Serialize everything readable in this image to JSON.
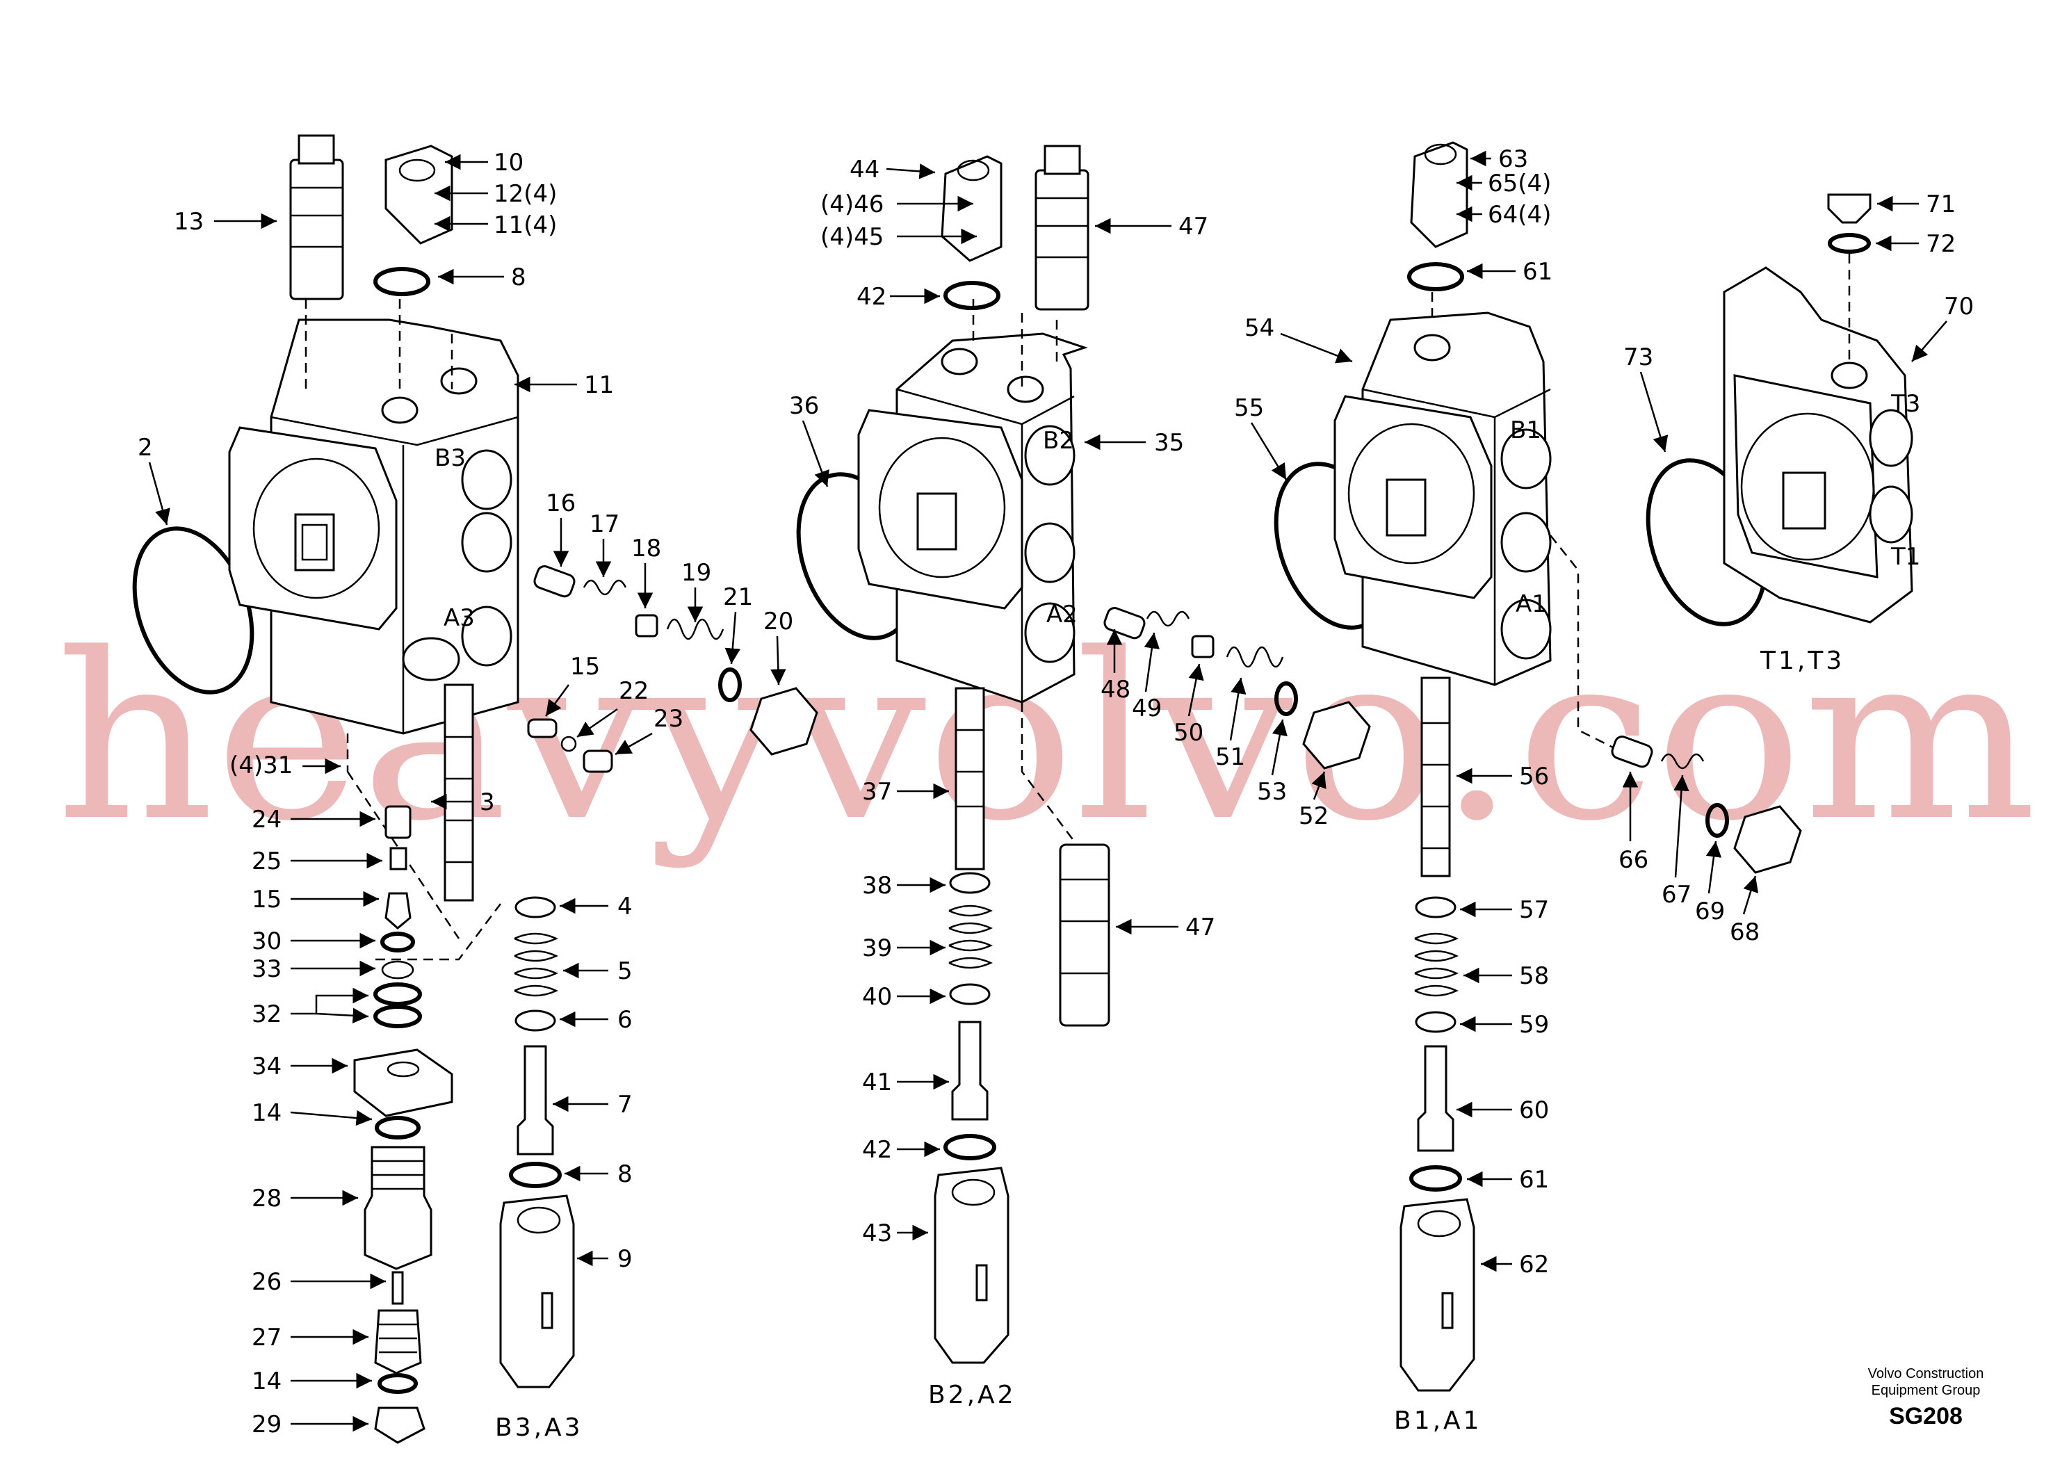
{
  "watermark": "heavyvolvo.com",
  "footer": {
    "company_line1": "Volvo Construction",
    "company_line2": "Equipment Group",
    "code": "SG208"
  },
  "sections": {
    "b3a3": "B3,A3",
    "b2a2": "B2,A2",
    "b1a1": "B1,A1",
    "t1t3": "T1,T3"
  },
  "port_labels": {
    "B3": "B3",
    "A3": "A3",
    "B2": "B2",
    "A2": "A2",
    "B1": "B1",
    "A1": "A1",
    "T3": "T3",
    "T1": "T1"
  },
  "callouts": {
    "c2": "2",
    "c3": "3",
    "c4": "4",
    "c5": "5",
    "c6": "6",
    "c7": "7",
    "c8a": "8",
    "c8b": "8",
    "c9": "9",
    "c10": "10",
    "c11a": "11",
    "c11b": "11(4)",
    "c12": "12(4)",
    "c13": "13",
    "c14a": "14",
    "c14b": "14",
    "c15a": "15",
    "c15b": "15",
    "c16": "16",
    "c17": "17",
    "c18": "18",
    "c19": "19",
    "c20": "20",
    "c21": "21",
    "c22": "22",
    "c23": "23",
    "c24": "24",
    "c25": "25",
    "c26": "26",
    "c27": "27",
    "c28": "28",
    "c29": "29",
    "c30": "30",
    "c31": "(4)31",
    "c32": "32",
    "c33": "33",
    "c34": "34",
    "c35": "35",
    "c36": "36",
    "c37": "37",
    "c38": "38",
    "c39": "39",
    "c40": "40",
    "c41": "41",
    "c42a": "42",
    "c42b": "42",
    "c43": "43",
    "c44": "44",
    "c45": "(4)45",
    "c46": "(4)46",
    "c47a": "47",
    "c47b": "47",
    "c48": "48",
    "c49": "49",
    "c50": "50",
    "c51": "51",
    "c52": "52",
    "c53": "53",
    "c54": "54",
    "c55": "55",
    "c56": "56",
    "c57": "57",
    "c58": "58",
    "c59": "59",
    "c60": "60",
    "c61a": "61",
    "c61b": "61",
    "c62": "62",
    "c63": "63",
    "c64": "64(4)",
    "c65": "65(4)",
    "c66": "66",
    "c67": "67",
    "c68": "68",
    "c69": "69",
    "c70": "70",
    "c71": "71",
    "c72": "72",
    "c73": "73"
  }
}
